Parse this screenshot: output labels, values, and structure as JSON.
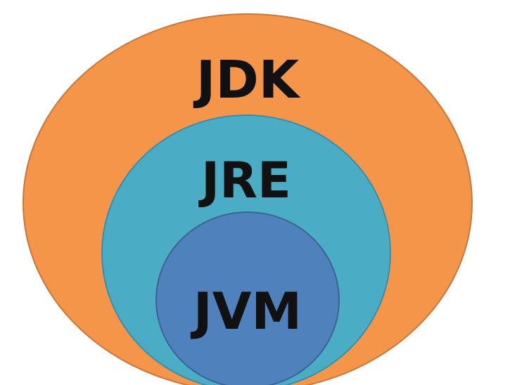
{
  "diagram": {
    "type": "nested-circles",
    "rings": [
      {
        "label": "JDK",
        "fill": "#F5954A",
        "stroke": "#C9773A"
      },
      {
        "label": "JRE",
        "fill": "#4BACC6",
        "stroke": "#3A8FA6"
      },
      {
        "label": "JVM",
        "fill": "#4F81BD",
        "stroke": "#3C6493"
      }
    ]
  }
}
